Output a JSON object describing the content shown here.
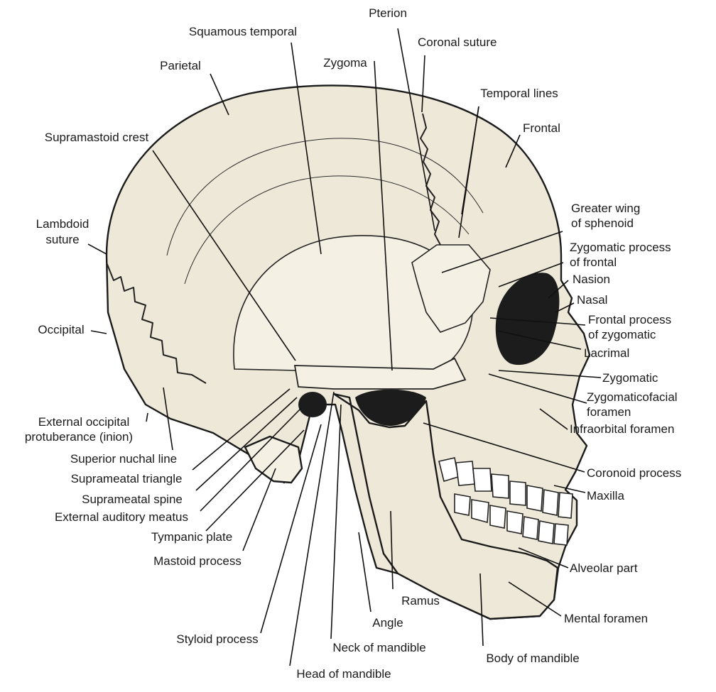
{
  "diagram": {
    "labels": {
      "pterion": "Pterion",
      "squamous_temporal": "Squamous temporal",
      "coronal_suture": "Coronal suture",
      "parietal": "Parietal",
      "zygoma": "Zygoma",
      "temporal_lines": "Temporal lines",
      "frontal": "Frontal",
      "supramastoid_crest": "Supramastoid crest",
      "greater_wing_1": "Greater wing",
      "greater_wing_2": "of sphenoid",
      "lambdoid_1": "Lambdoid",
      "lambdoid_2": "suture",
      "zyg_process_frontal_1": "Zygomatic process",
      "zyg_process_frontal_2": "of frontal",
      "nasion": "Nasion",
      "nasal": "Nasal",
      "occipital": "Occipital",
      "frontal_process_zyg_1": "Frontal process",
      "frontal_process_zyg_2": "of zygomatic",
      "lacrimal": "Lacrimal",
      "zygomatic": "Zygomatic",
      "zygomaticofacial_1": "Zygomaticofacial",
      "zygomaticofacial_2": "foramen",
      "ext_occipital_1": "External occipital",
      "ext_occipital_2": "protuberance (inion)",
      "infraorbital_foramen": "Infraorbital foramen",
      "superior_nuchal_line": "Superior nuchal line",
      "coronoid_process": "Coronoid process",
      "suprameatal_triangle": "Suprameatal triangle",
      "maxilla": "Maxilla",
      "suprameatal_spine": "Suprameatal spine",
      "external_auditory_meatus": "External auditory meatus",
      "tympanic_plate": "Tympanic plate",
      "mastoid_process": "Mastoid process",
      "alveolar_part": "Alveolar part",
      "ramus": "Ramus",
      "mental_foramen": "Mental foramen",
      "angle": "Angle",
      "styloid_process": "Styloid process",
      "neck_of_mandible": "Neck of mandible",
      "body_of_mandible": "Body of mandible",
      "head_of_mandible": "Head of mandible"
    }
  }
}
